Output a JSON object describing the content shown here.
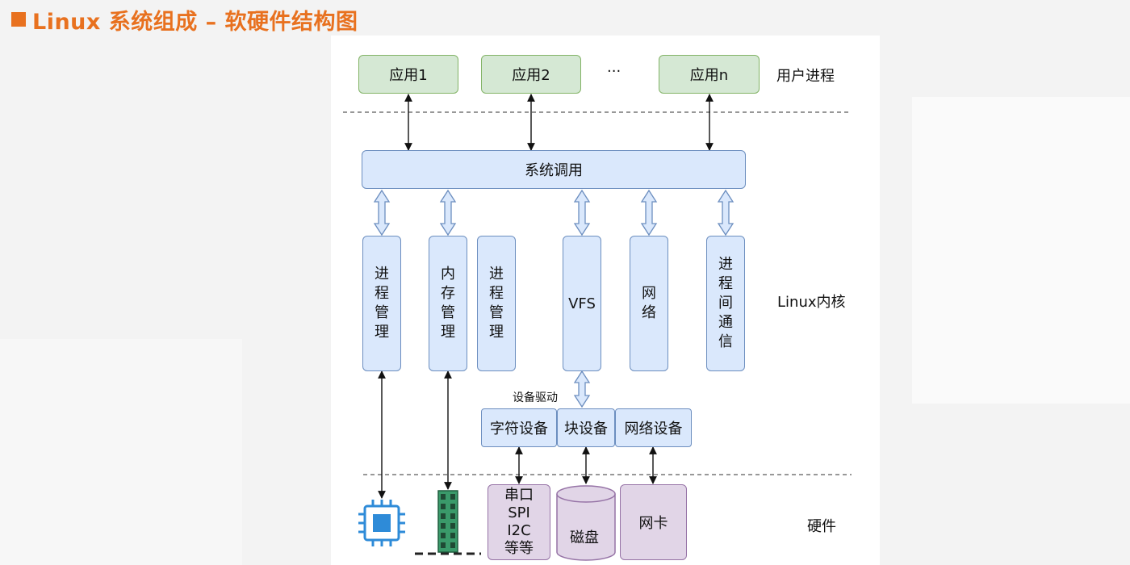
{
  "slide": {
    "title": "Linux 系统组成 – 软硬件结构图"
  },
  "layers": {
    "user": "用户进程",
    "kernel": "Linux内核",
    "hardware": "硬件"
  },
  "apps": {
    "app1": "应用1",
    "app2": "应用2",
    "ellipsis": "···",
    "appn": "应用n"
  },
  "syscall": "系统调用",
  "kernel_modules": {
    "process_mgmt_1": "进\n程\n管\n理",
    "memory_mgmt": "内\n存\n管\n理",
    "process_mgmt_2": "进\n程\n管\n理",
    "vfs": "VFS",
    "network": "网\n络",
    "ipc": "进\n程\n间\n通\n信"
  },
  "drivers": {
    "label": "设备驱动",
    "char_device": "字符设备",
    "block_device": "块设备",
    "net_device": "网络设备"
  },
  "hardware": {
    "serial": "串口\nSPI\nI2C\n等等",
    "disk": "磁盘",
    "nic": "网卡"
  },
  "icons": {
    "cpu": "cpu-chip-icon",
    "memory": "memory-module-icon"
  },
  "colors": {
    "title": "#e8711f",
    "app_fill": "#d5e8d4",
    "app_border": "#82b366",
    "kernel_fill": "#dae8fc",
    "kernel_border": "#6c8ebf",
    "hardware_fill": "#e1d5e7",
    "hardware_border": "#9673a6",
    "cpu_icon": "#2e8bd8",
    "memory_icon": "#3a9a6a"
  }
}
